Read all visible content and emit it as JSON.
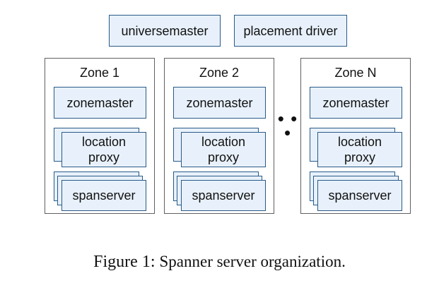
{
  "top": {
    "universemaster": "universemaster",
    "placement_driver": "placement driver"
  },
  "zones": [
    {
      "label": "Zone 1",
      "zonemaster": "zonemaster",
      "location_proxy": "location\nproxy",
      "spanserver": "spanserver"
    },
    {
      "label": "Zone 2",
      "zonemaster": "zonemaster",
      "location_proxy": "location\nproxy",
      "spanserver": "spanserver"
    },
    {
      "label": "Zone N",
      "zonemaster": "zonemaster",
      "location_proxy": "location\nproxy",
      "spanserver": "spanserver"
    }
  ],
  "ellipsis": "• • •",
  "caption": {
    "number": "Figure 1:",
    "text": "Spanner server organization."
  },
  "colors": {
    "box_fill": "#e8f1fb",
    "box_border": "#2a5a88",
    "zone_border": "#606060"
  }
}
